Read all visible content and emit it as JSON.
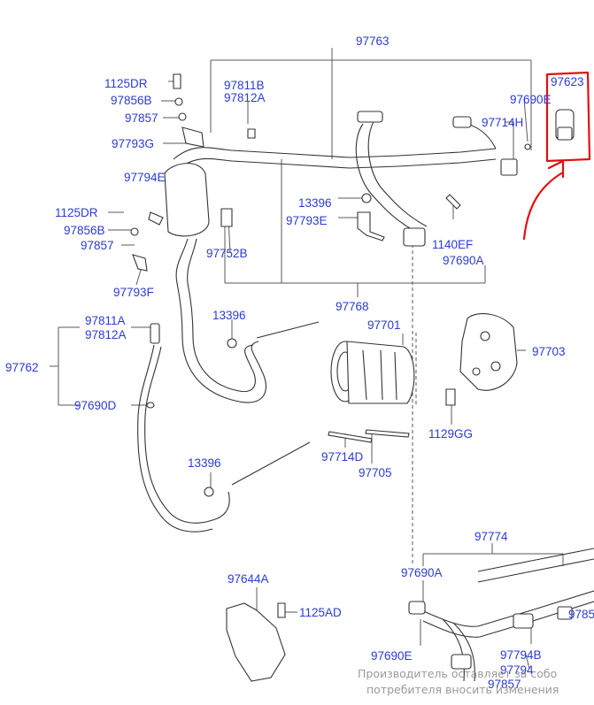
{
  "labels": {
    "p97763": "97763",
    "p1125dr_a": "1125DR",
    "p97856b_a": "97856B",
    "p97857_a": "97857",
    "p97793g": "97793G",
    "p97811b": "97811B",
    "p97812a_top": "97812A",
    "p97623": "97623",
    "p97690e_top": "97690E",
    "p97714h": "97714H",
    "p97794e": "97794E",
    "p1125dr_b": "1125DR",
    "p97856b_b": "97856B",
    "p97857_b": "97857",
    "p97793f": "97793F",
    "p13396_a": "13396",
    "p97793e": "97793E",
    "p97752b": "97752B",
    "p1140ef": "1140EF",
    "p97690a_top": "97690A",
    "p97768": "97768",
    "p97811a": "97811A",
    "p97812a_left": "97812A",
    "p97762": "97762",
    "p97690d": "97690D",
    "p13396_b": "13396",
    "p97701": "97701",
    "p97703": "97703",
    "p1129gg": "1129GG",
    "p97714d": "97714D",
    "p97705": "97705",
    "p13396_c": "13396",
    "p97774": "97774",
    "p97690a_bot": "97690A",
    "p97644a": "97644A",
    "p1125ad": "1125AD",
    "p9785x": "9785",
    "p97690e_bot": "97690E",
    "p97794b": "97794B",
    "p97794_bot": "97794",
    "p97857_bot": "97857"
  },
  "watermark": {
    "line1": "Производитель оставляет за собо",
    "line2": "потребителя вносить изменения"
  },
  "colors": {
    "label": "#2b3bd6",
    "highlight": "#e01010",
    "line": "#333333"
  }
}
